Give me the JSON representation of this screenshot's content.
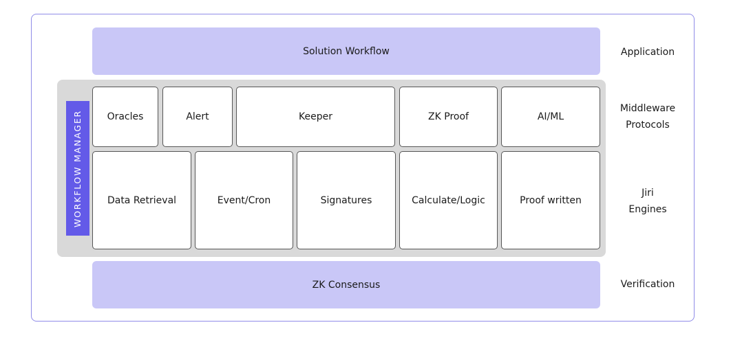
{
  "layers": {
    "application": {
      "band": "Solution Workflow",
      "label": "Application"
    },
    "middleware": {
      "label_line1": "Middleware",
      "label_line2": "Protocols",
      "cells": [
        "Oracles",
        "Alert",
        "Keeper",
        "ZK Proof",
        "AI/ML"
      ]
    },
    "engines": {
      "label_line1": "Jiri",
      "label_line2": "Engines",
      "cells": [
        "Data Retrieval",
        "Event/Cron",
        "Signatures",
        "Calculate/Logic",
        "Proof written"
      ]
    },
    "verification": {
      "band": "ZK Consensus",
      "label": "Verification"
    }
  },
  "workflow_manager": "WORKFLOW MANAGER",
  "colors": {
    "band_fill": "#c9c7f7",
    "frame_border": "#8f8be8",
    "manager_fill": "#635ae8",
    "container_fill": "#d9d9d9"
  }
}
